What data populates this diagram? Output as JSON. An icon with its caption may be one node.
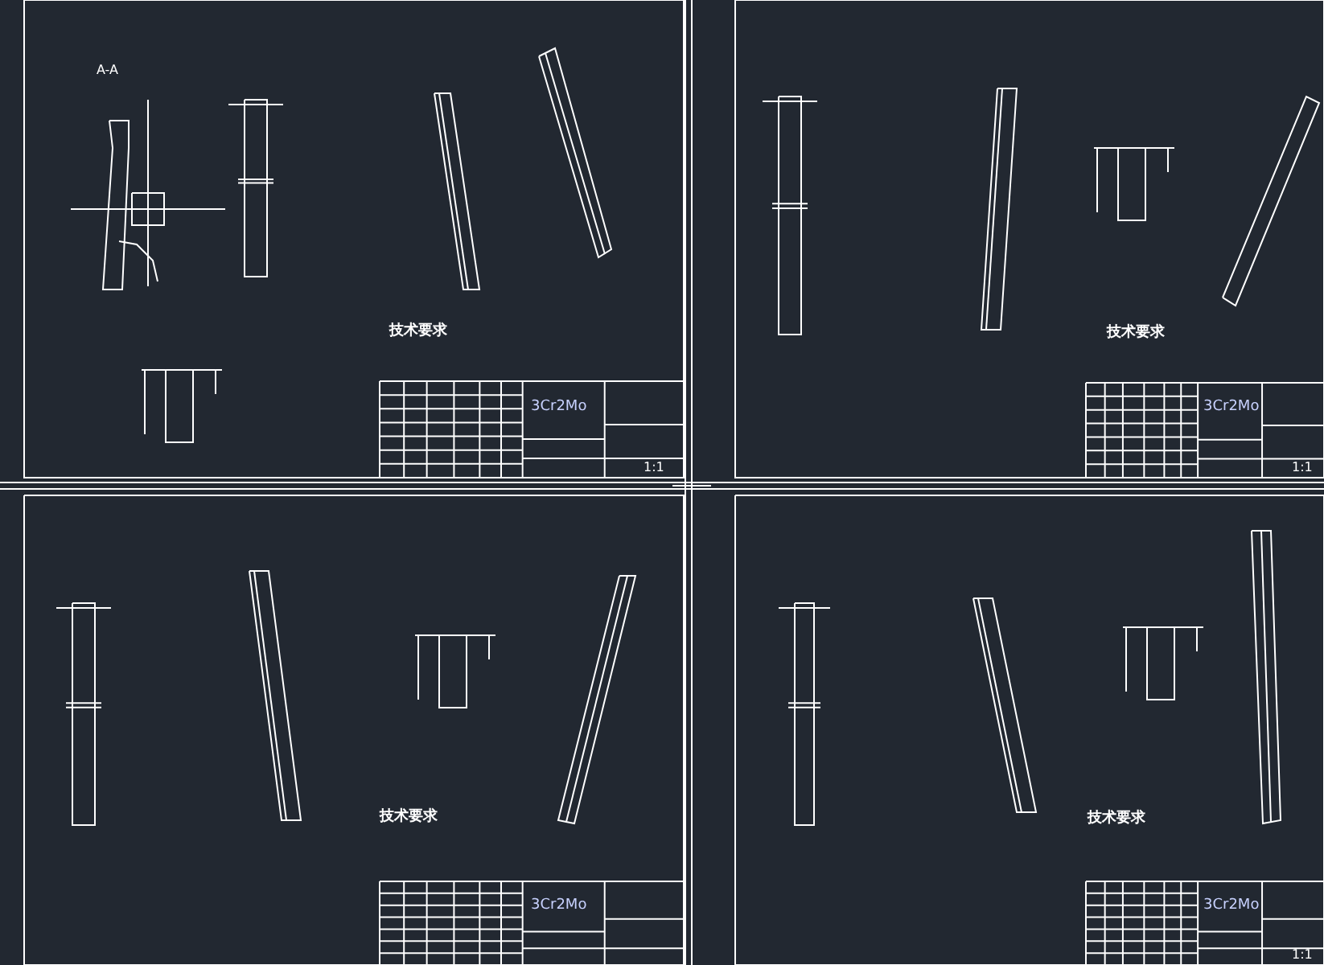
{
  "diagram": {
    "labels": [
      "A-A",
      "技术要求",
      "3Cr2Mo",
      "1:1",
      "技术要求",
      "3Cr2Mo",
      "1:1",
      "技术要求",
      "3Cr2Mo",
      "技术要求",
      "3Cr2Mo",
      "1:1"
    ]
  }
}
